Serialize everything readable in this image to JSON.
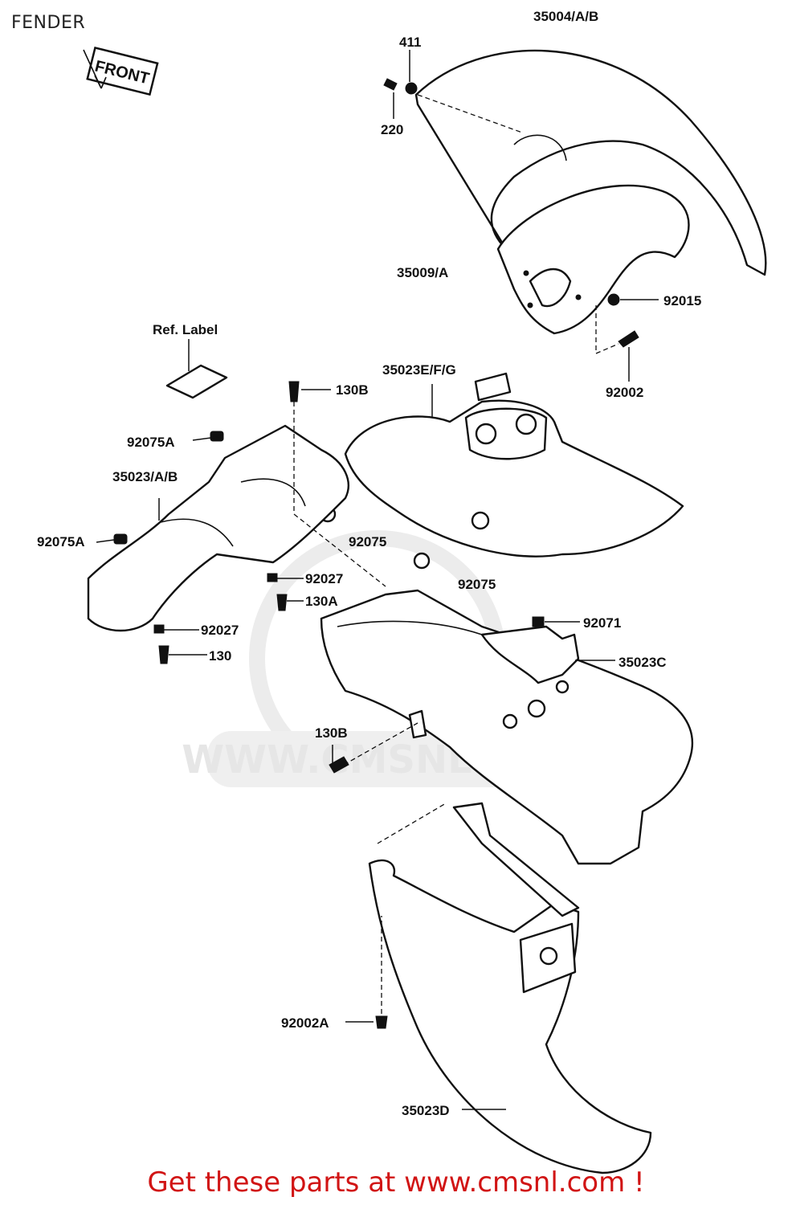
{
  "page": {
    "title": "FENDER",
    "footer": "Get these parts at www.cmsnl.com !",
    "front_sign": "FRONT",
    "watermark": "WWW.CMSNL.COM"
  },
  "parts": [
    {
      "id": "p35004",
      "label": "35004/A/B"
    },
    {
      "id": "p411",
      "label": "411"
    },
    {
      "id": "p220",
      "label": "220"
    },
    {
      "id": "p35009",
      "label": "35009/A"
    },
    {
      "id": "p92015",
      "label": "92015"
    },
    {
      "id": "p92002",
      "label": "92002"
    },
    {
      "id": "pref",
      "label": "Ref. Label"
    },
    {
      "id": "p130b1",
      "label": "130B"
    },
    {
      "id": "p35023efg",
      "label": "35023E/F/G"
    },
    {
      "id": "p92075a1",
      "label": "92075A"
    },
    {
      "id": "p35023ab",
      "label": "35023/A/B"
    },
    {
      "id": "p92075a2",
      "label": "92075A"
    },
    {
      "id": "p92075_1",
      "label": "92075"
    },
    {
      "id": "p92075_2",
      "label": "92075"
    },
    {
      "id": "p92027_1",
      "label": "92027"
    },
    {
      "id": "p130a",
      "label": "130A"
    },
    {
      "id": "p92027_2",
      "label": "92027"
    },
    {
      "id": "p130",
      "label": "130"
    },
    {
      "id": "p92071",
      "label": "92071"
    },
    {
      "id": "p35023c",
      "label": "35023C"
    },
    {
      "id": "p130b2",
      "label": "130B"
    },
    {
      "id": "p92002a",
      "label": "92002A"
    },
    {
      "id": "p35023d",
      "label": "35023D"
    }
  ],
  "colors": {
    "footer": "#d11414",
    "line": "#111111",
    "watermark": "#e6e6e6"
  }
}
